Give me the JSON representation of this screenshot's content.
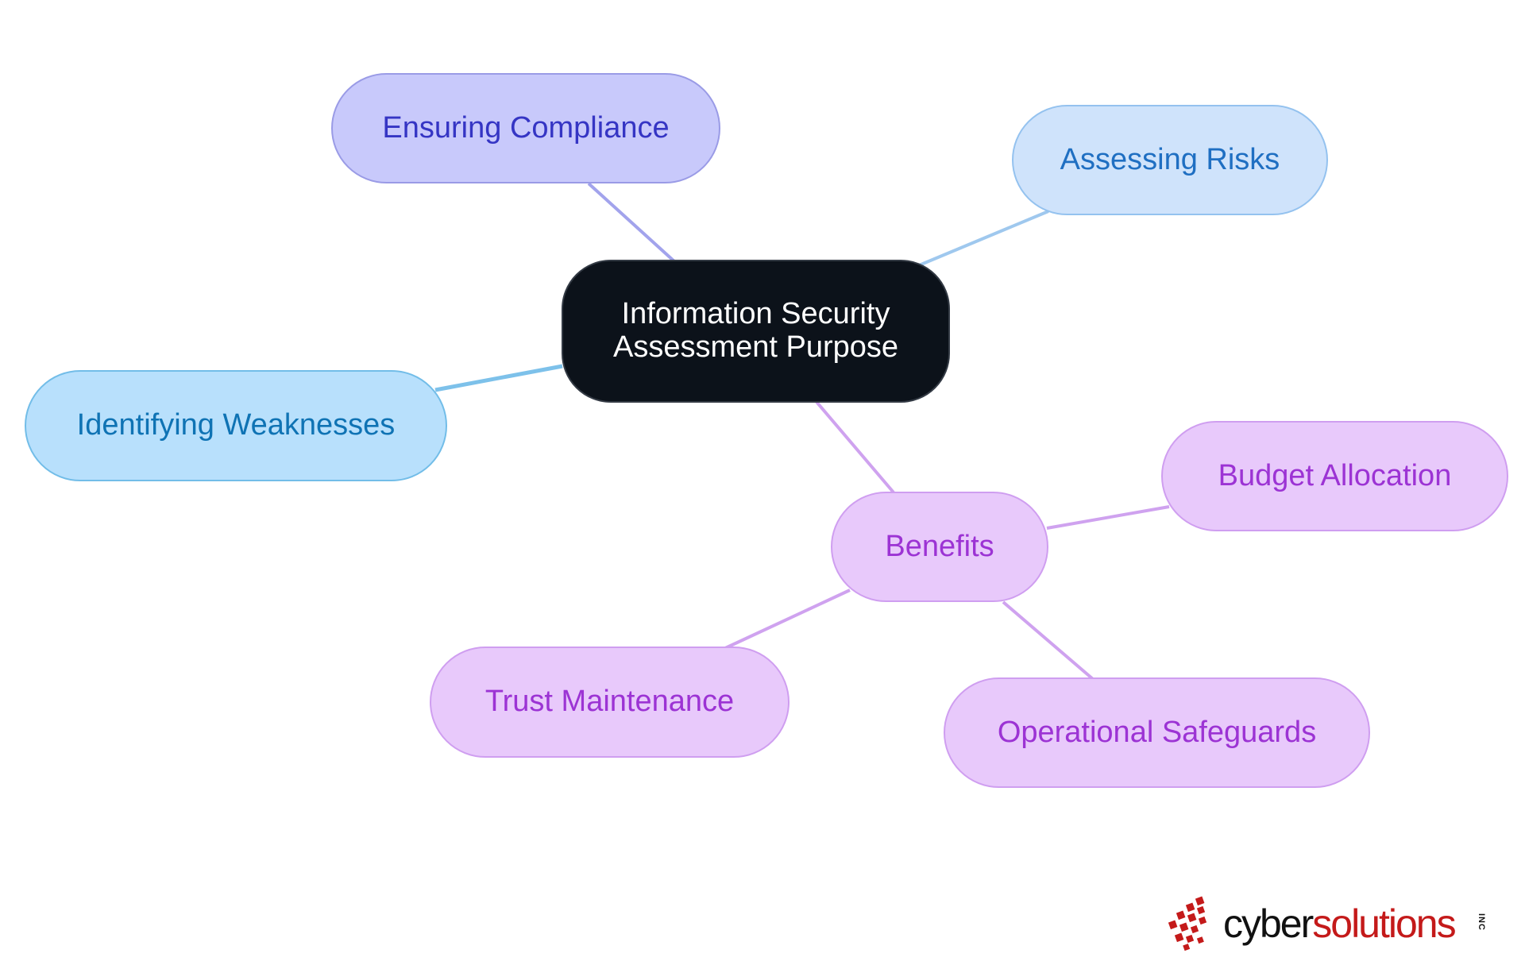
{
  "diagram": {
    "center": "Information Security Assessment Purpose",
    "nodes": {
      "ensuring_compliance": "Ensuring Compliance",
      "assessing_risks": "Assessing Risks",
      "identifying_weaknesses": "Identifying Weaknesses",
      "benefits": "Benefits",
      "budget_allocation": "Budget Allocation",
      "trust_maintenance": "Trust Maintenance",
      "operational_safeguards": "Operational Safeguards"
    },
    "edges": [
      [
        "center",
        "ensuring_compliance"
      ],
      [
        "center",
        "assessing_risks"
      ],
      [
        "center",
        "identifying_weaknesses"
      ],
      [
        "center",
        "benefits"
      ],
      [
        "benefits",
        "budget_allocation"
      ],
      [
        "benefits",
        "trust_maintenance"
      ],
      [
        "benefits",
        "operational_safeguards"
      ]
    ],
    "colors": {
      "center_fill": "#0c121a",
      "compliance": "#c8c9fb",
      "risks": "#cfe3fb",
      "weaknesses": "#b8e0fc",
      "benefits_group": "#e8c9fb"
    }
  },
  "logo": {
    "word1": "cyber",
    "word2": "solutions",
    "suffix": "INC",
    "colors": {
      "dark": "#111111",
      "red": "#c41a1a"
    }
  }
}
